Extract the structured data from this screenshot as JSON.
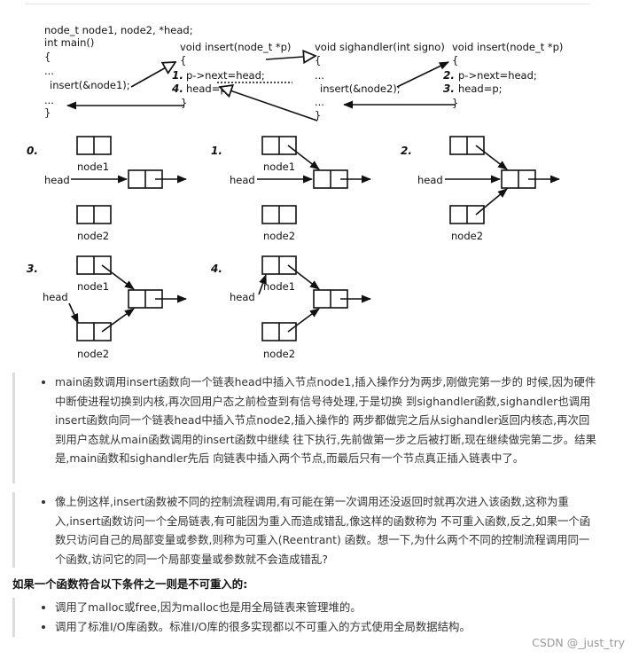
{
  "code": {
    "main": [
      "node_t node1, node2, *head;",
      "int main()",
      "{",
      "...",
      "insert(&node1);",
      "...",
      "}"
    ],
    "insert_a": [
      "void insert(node_t *p)",
      "{",
      "1.",
      "p->next=head;",
      "4.",
      "head=p;",
      "}"
    ],
    "sighandler": [
      "void sighandler(int signo)",
      "{",
      "...",
      "insert(&node2);",
      "...",
      "}"
    ],
    "insert_b": [
      "void insert(node_t *p)",
      "{",
      "2.",
      "p->next=head;",
      "3.",
      "head=p;",
      "}"
    ]
  },
  "steps": [
    "0.",
    "1.",
    "2.",
    "3.",
    "4."
  ],
  "node_labels": {
    "node1": "node1",
    "node2": "node2",
    "head": "head"
  },
  "paragraphs": [
    "main函数调用insert函数向一个链表head中插入节点node1,插入操作分为两步,刚做完第一步的 时候,因为硬件中断使进程切换到内核,再次回用户态之前检查到有信号待处理,于是切换 到sighandler函数,sighandler也调用insert函数向同一个链表head中插入节点node2,插入操作的 两步都做完之后从sighandler返回内核态,再次回到用户态就从main函数调用的insert函数中继续 往下执行,先前做第一步之后被打断,现在继续做完第二步。结果是,main函数和sighandler先后 向链表中插入两个节点,而最后只有一个节点真正插入链表中了。",
    "像上例这样,insert函数被不同的控制流程调用,有可能在第一次调用还没返回时就再次进入该函数,这称为重入,insert函数访问一个全局链表,有可能因为重入而造成错乱,像这样的函数称为 不可重入函数,反之,如果一个函数只访问自己的局部变量或参数,则称为可重入(Reentrant) 函数。想一下,为什么两个不同的控制流程调用同一个函数,访问它的同一个局部变量或参数就不会造成错乱?"
  ],
  "conditions_heading": "如果一个函数符合以下条件之一则是不可重入的:",
  "conditions": [
    "调用了malloc或free,因为malloc也是用全局链表来管理堆的。",
    "调用了标准I/O库函数。标准I/O库的很多实现都以不可重入的方式使用全局数据结构。"
  ],
  "watermark": "CSDN @_just_try"
}
